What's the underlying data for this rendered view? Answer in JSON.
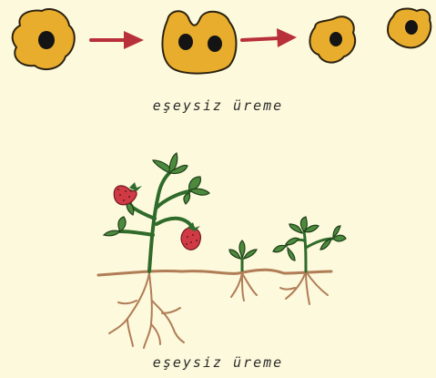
{
  "captions": {
    "top": "eşeysiz üreme",
    "bottom": "eşeysiz üreme"
  },
  "colors": {
    "background": "#fdf9dc",
    "cell_fill": "#e9ad2d",
    "cell_outline": "#2b2210",
    "nucleus": "#141414",
    "arrow": "#b8303a",
    "stem": "#2f6b2a",
    "leaf": "#4d8a3e",
    "strawberry": "#d13a45",
    "root": "#b07d56"
  },
  "icons": [
    "amoeba-cell",
    "dividing-cell",
    "arrow-right",
    "strawberry-plant",
    "runner",
    "roots"
  ]
}
